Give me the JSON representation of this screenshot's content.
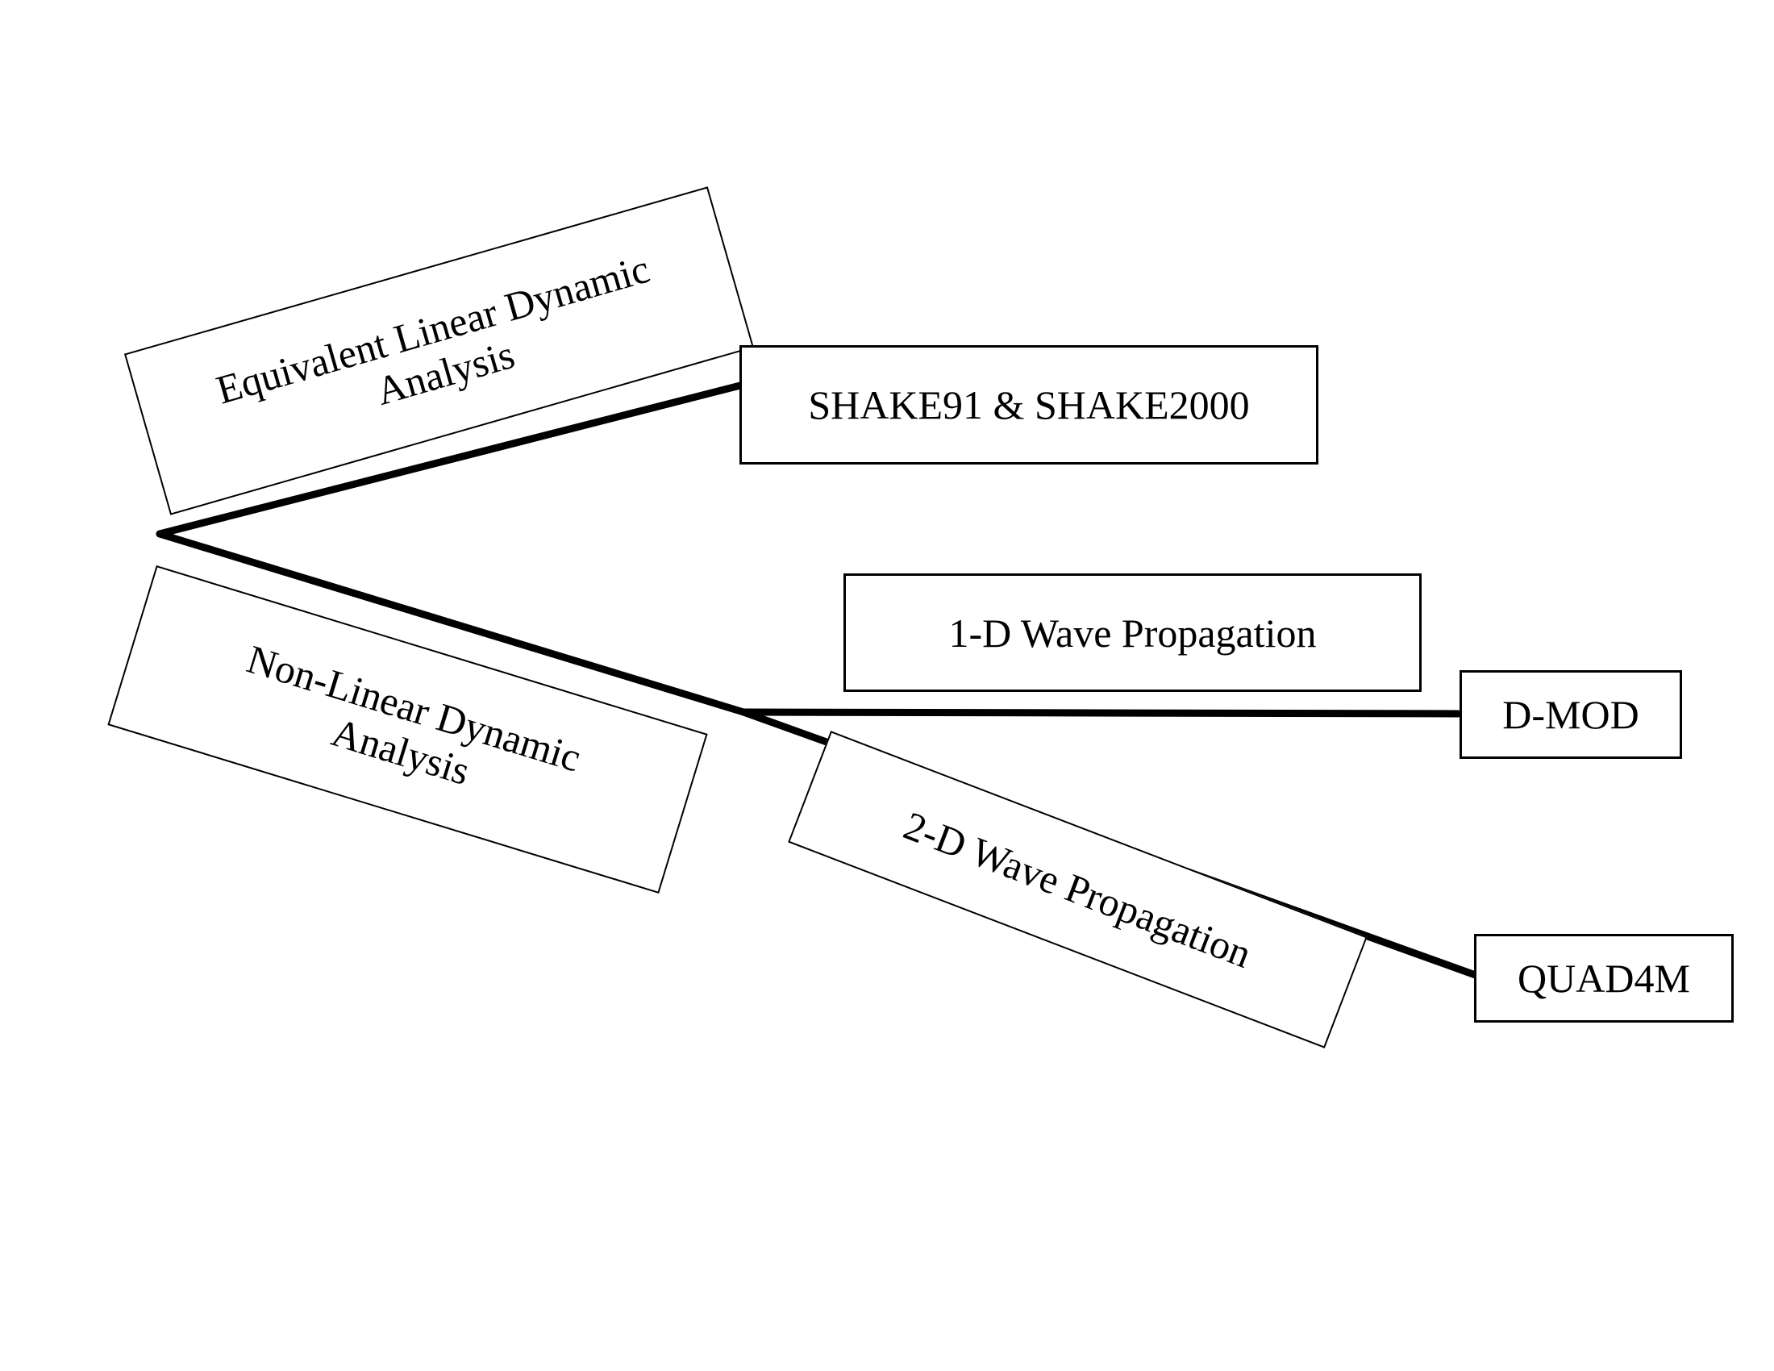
{
  "diagram": {
    "root": {
      "equivalent_label_line1": "Equivalent Linear Dynamic",
      "equivalent_label_line2": "Analysis",
      "nonlinear_label_line1": "Non-Linear Dynamic",
      "nonlinear_label_line2": "Analysis"
    },
    "programs": {
      "shake": "SHAKE91  & SHAKE2000",
      "dmod": "D-MOD",
      "quad4m": "QUAD4M"
    },
    "propagation": {
      "one_d": "1-D Wave Propagation",
      "two_d": "2-D Wave Propagation"
    }
  }
}
